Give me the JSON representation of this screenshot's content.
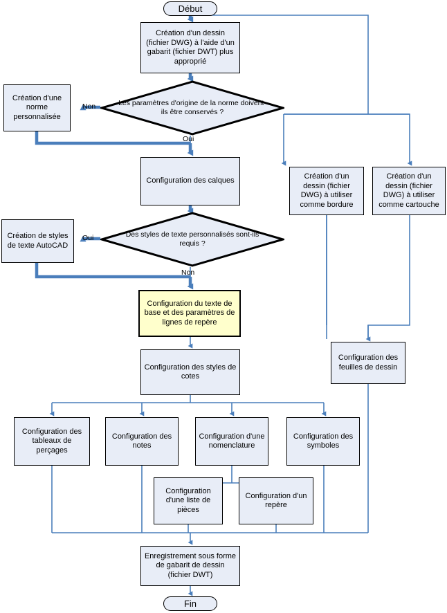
{
  "diagram": {
    "title": "Processus de création d'un gabarit de dessin AutoCAD",
    "type": "flowchart",
    "language": "fr",
    "colors": {
      "process_fill": "#e8edf7",
      "process_border": "#000000",
      "highlight_fill": "#ffffcc",
      "connector": "#4a7ebb",
      "background": "#ffffff"
    }
  },
  "nodes": {
    "start": {
      "label": "Début",
      "shape": "terminator"
    },
    "create_drawing": {
      "label": "Création d'un dessin (fichier DWG) à l'aide d'un gabarit (fichier DWT) plus approprié",
      "shape": "process"
    },
    "decision_standard": {
      "label": "Les paramètres d'origine de la norme doivent-ils être conservés ?",
      "shape": "decision"
    },
    "custom_standard": {
      "label": "Création d'une norme personnalisée",
      "shape": "process"
    },
    "layers": {
      "label": "Configuration des calques",
      "shape": "process"
    },
    "decision_textstyles": {
      "label": "Des styles de texte personnalisés sont-ils requis ?",
      "shape": "decision"
    },
    "autocad_textstyles": {
      "label": "Création de styles de texte AutoCAD",
      "shape": "process"
    },
    "base_text": {
      "label": "Configuration du texte de base et des paramètres de lignes de repère",
      "shape": "process",
      "highlighted": true
    },
    "dim_styles": {
      "label": "Configuration des styles de cotes",
      "shape": "process"
    },
    "hole_tables": {
      "label": "Configuration des tableaux de perçages",
      "shape": "process"
    },
    "notes": {
      "label": "Configuration des notes",
      "shape": "process"
    },
    "nomenclature": {
      "label": "Configuration d'une nomenclature",
      "shape": "process"
    },
    "symbols": {
      "label": "Configuration des symboles",
      "shape": "process"
    },
    "parts_list": {
      "label": "Configuration d'une liste de pièces",
      "shape": "process"
    },
    "balloon": {
      "label": "Configuration d'un repère",
      "shape": "process"
    },
    "border_drawing": {
      "label": "Création d'un dessin (fichier DWG) à utiliser comme bordure",
      "shape": "process"
    },
    "title_block_drawing": {
      "label": "Création d'un dessin (fichier DWG) à utiliser comme cartouche",
      "shape": "process"
    },
    "sheets": {
      "label": "Configuration des feuilles de dessin",
      "shape": "process"
    },
    "save_template": {
      "label": "Enregistrement sous forme de gabarit de dessin (fichier DWT)",
      "shape": "process"
    },
    "end": {
      "label": "Fin",
      "shape": "terminator"
    }
  },
  "edge_labels": {
    "standard_no": "Non",
    "standard_yes": "Oui",
    "textstyles_yes": "Oui",
    "textstyles_no": "Non"
  }
}
